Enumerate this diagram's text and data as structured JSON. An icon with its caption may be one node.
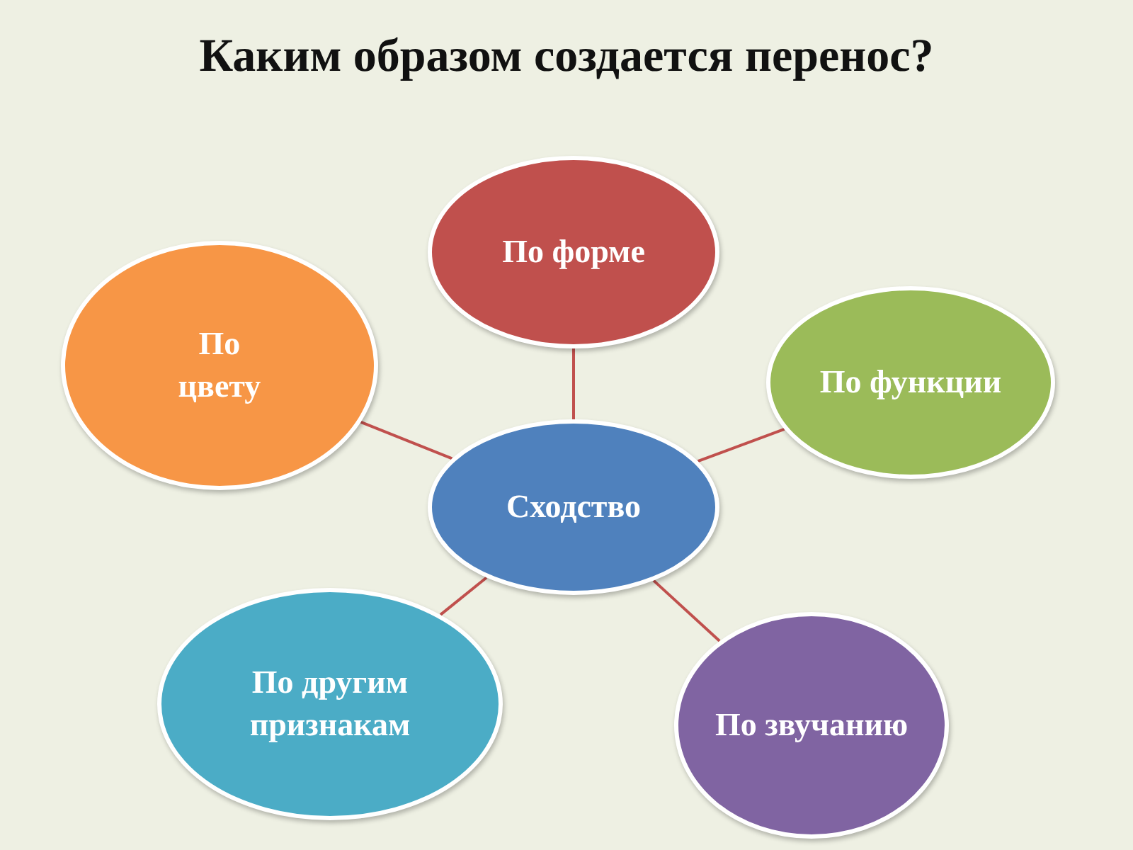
{
  "diagram": {
    "title": "Каким образом создается перенос?",
    "nodes": [
      {
        "text": [
          "По форме"
        ]
      },
      {
        "text": [
          "По цвету"
        ]
      },
      {
        "text": [
          "По функции"
        ]
      },
      {
        "text": [
          "Сходство"
        ]
      },
      {
        "text": [
          "По другим признакам"
        ]
      },
      {
        "text": [
          "По звучанию"
        ]
      }
    ],
    "edges": [
      {
        "from": 3,
        "to": 0,
        "arrow": "none"
      },
      {
        "from": 3,
        "to": 1,
        "arrow": "none"
      },
      {
        "from": 3,
        "to": 2,
        "arrow": "none"
      },
      {
        "from": 3,
        "to": 4,
        "arrow": "none"
      },
      {
        "from": 3,
        "to": 5,
        "arrow": "none"
      }
    ]
  }
}
